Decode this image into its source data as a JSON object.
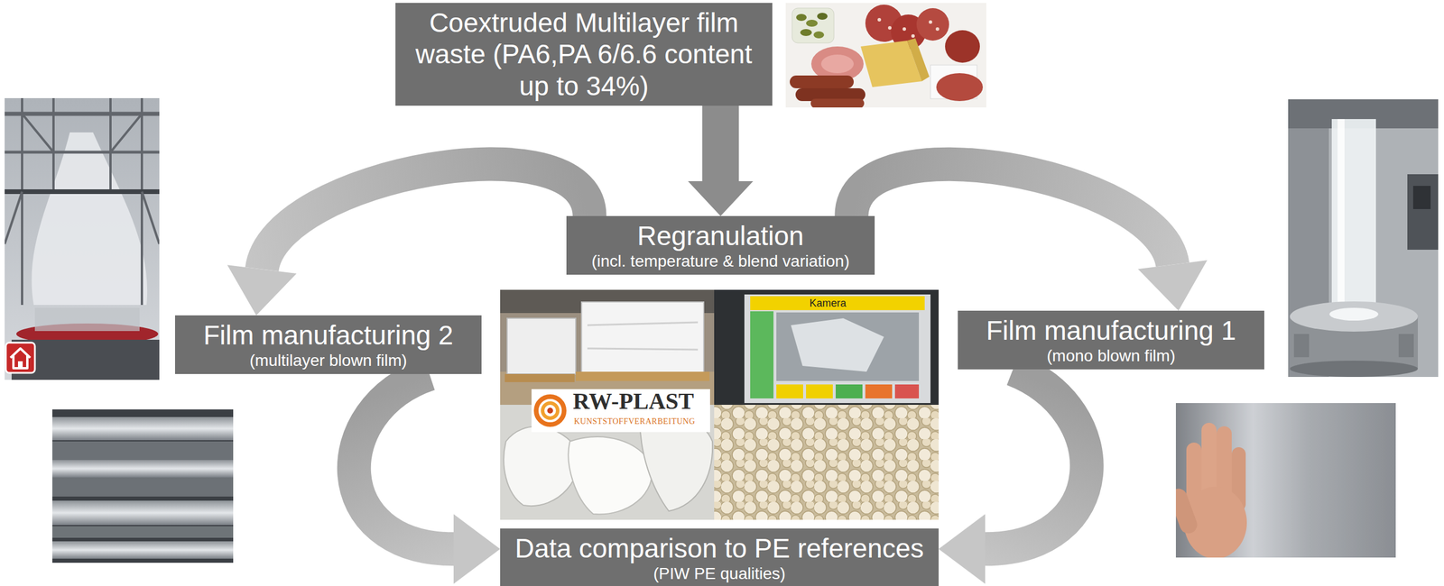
{
  "diagram": {
    "nodes": [
      {
        "text": [
          "Coextruded Multilayer film waste (PA6,PA 6/6.6 content up to 34%)"
        ]
      },
      {
        "text": [
          "Regranulation",
          "(incl. temperature & blend variation)"
        ]
      },
      {
        "text": [
          "Film manufacturing 2",
          "(multilayer blown film)"
        ]
      },
      {
        "text": [
          "Film manufacturing 1",
          "(mono blown film)"
        ]
      },
      {
        "text": [
          "Data comparison to PE references",
          "(PIW PE qualities)"
        ]
      }
    ],
    "edges": [
      {
        "from": 0,
        "to": 1,
        "arrow": "to"
      },
      {
        "from": 1,
        "to": 2,
        "arrow": "to"
      },
      {
        "from": 1,
        "to": 3,
        "arrow": "to"
      },
      {
        "from": 2,
        "to": 4,
        "arrow": "to"
      },
      {
        "from": 3,
        "to": 4,
        "arrow": "to"
      }
    ],
    "labels": [
      "RW-PLAST",
      "KUNSTSTOFFVERARBEITUNG",
      "Kamera"
    ]
  }
}
